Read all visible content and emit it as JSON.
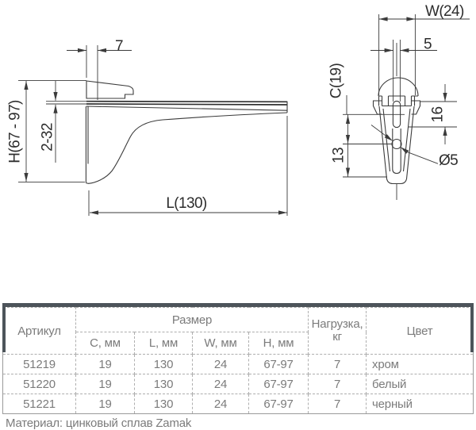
{
  "colors": {
    "line": "#3b3b3b",
    "dim_text": "#2d2d2d",
    "table_text": "#7b7b7b",
    "table_border_thick": "#4d545a",
    "table_border_dashed": "#aeaeae"
  },
  "drawing": {
    "side_view": {
      "dim_gap": "7",
      "dim_shelf_thickness": "2-32",
      "dim_height": "H(67 - 97)",
      "dim_length": "L(130)"
    },
    "front_view": {
      "dim_width": "W(24)",
      "dim_slot": "5",
      "dim_clamp_depth": "C(19)",
      "dim_slot_height": "16",
      "dim_hole_offset": "13",
      "dim_hole_dia": "Ø5"
    }
  },
  "table": {
    "headers": {
      "article": "Артикул",
      "size": "Размер",
      "c": "C, мм",
      "l": "L, мм",
      "w": "W, мм",
      "h": "H, мм",
      "load_line1": "Нагрузка,",
      "load_line2": "кг",
      "color": "Цвет"
    },
    "rows": [
      {
        "article": "51219",
        "c": "19",
        "l": "130",
        "w": "24",
        "h": "67-97",
        "load": "7",
        "color": "хром"
      },
      {
        "article": "51220",
        "c": "19",
        "l": "130",
        "w": "24",
        "h": "67-97",
        "load": "7",
        "color": "белый"
      },
      {
        "article": "51221",
        "c": "19",
        "l": "130",
        "w": "24",
        "h": "67-97",
        "load": "7",
        "color": "черный"
      }
    ]
  },
  "footer": {
    "material": "Материал: цинковый сплав Zamak"
  }
}
